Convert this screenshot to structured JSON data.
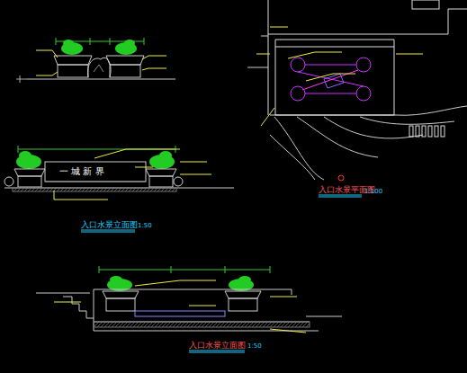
{
  "diagram": {
    "labels": [
      "一 城 新 界",
      "入口水景立面图",
      "1:50",
      "入口水景平面图",
      "1:100",
      "入口水景立面图",
      "1:50"
    ]
  }
}
